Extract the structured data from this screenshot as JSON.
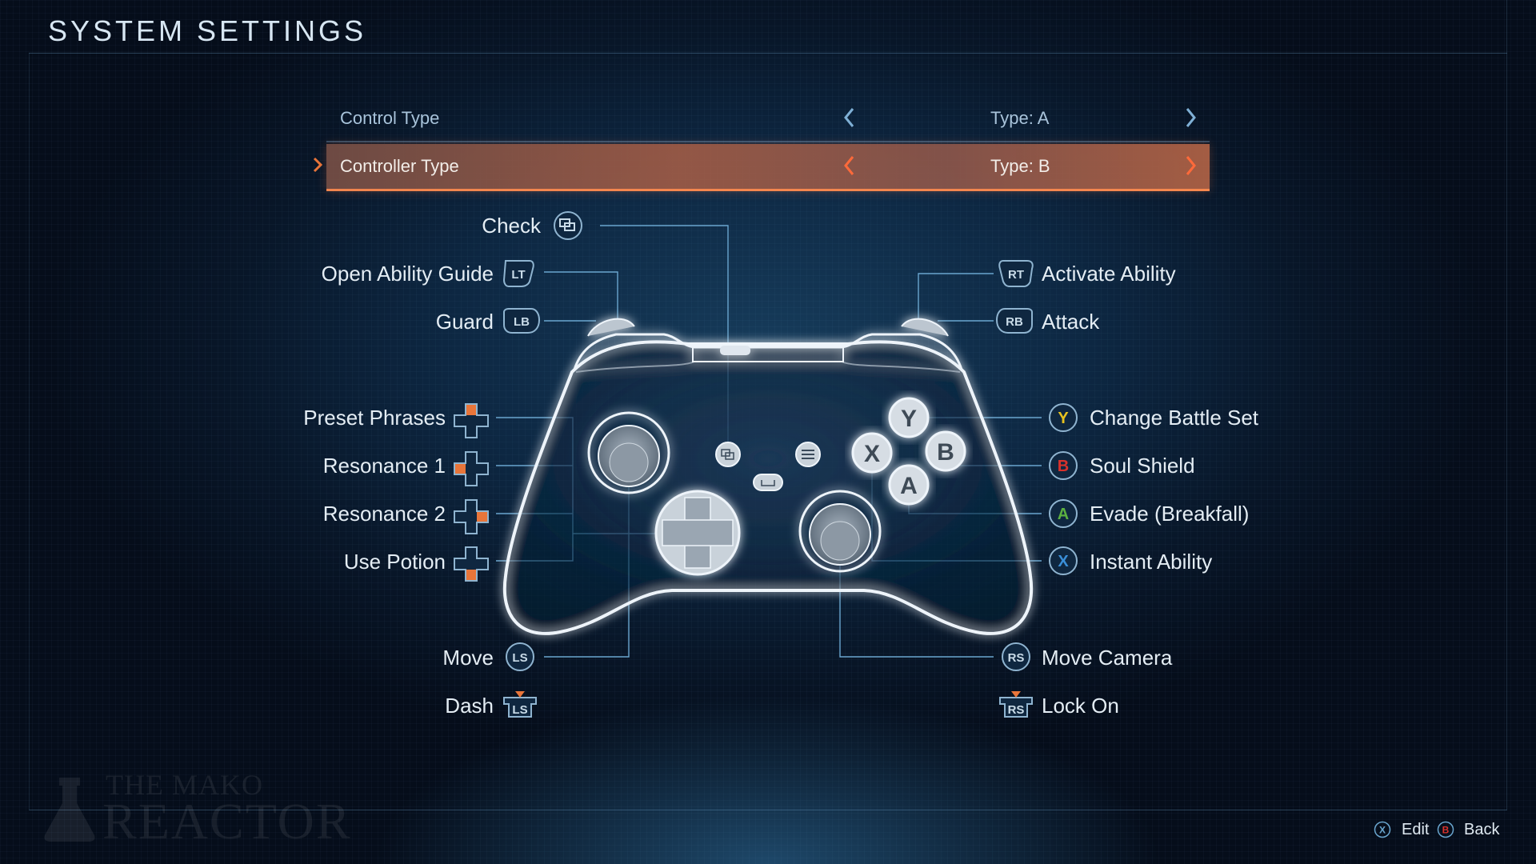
{
  "header": {
    "title": "SYSTEM SETTINGS"
  },
  "settings": {
    "control_type": {
      "label": "Control Type",
      "value": "Type: A"
    },
    "controller_type": {
      "label": "Controller Type",
      "value": "Type: B"
    }
  },
  "mappings_left": [
    {
      "action": "Check",
      "button": "view"
    },
    {
      "action": "Open Ability Guide",
      "button": "LT"
    },
    {
      "action": "Guard",
      "button": "LB"
    },
    {
      "action": "Preset Phrases",
      "button": "dpad-up"
    },
    {
      "action": "Resonance 1",
      "button": "dpad-left"
    },
    {
      "action": "Resonance 2",
      "button": "dpad-right"
    },
    {
      "action": "Use Potion",
      "button": "dpad-down"
    },
    {
      "action": "Move",
      "button": "LS"
    },
    {
      "action": "Dash",
      "button": "LS-click"
    }
  ],
  "mappings_right": [
    {
      "action": "Activate Ability",
      "button": "RT"
    },
    {
      "action": "Attack",
      "button": "RB"
    },
    {
      "action": "Change Battle Set",
      "button": "Y"
    },
    {
      "action": "Soul Shield",
      "button": "B"
    },
    {
      "action": "Evade (Breakfall)",
      "button": "A"
    },
    {
      "action": "Instant Ability",
      "button": "X"
    },
    {
      "action": "Move Camera",
      "button": "RS"
    },
    {
      "action": "Lock On",
      "button": "RS-click"
    }
  ],
  "button_glyphs": {
    "lt": "LT",
    "lb": "LB",
    "rt": "RT",
    "rb": "RB",
    "ls": "LS",
    "rs": "RS",
    "y": "Y",
    "b": "B",
    "a": "A",
    "x": "X"
  },
  "footer": {
    "edit": "Edit",
    "back": "Back",
    "edit_glyph": "X",
    "back_glyph": "B"
  },
  "watermark": {
    "line1": "THE MAKO",
    "line2": "REACTOR"
  },
  "colors": {
    "accent_orange": "#e8753a",
    "y_yellow": "#e7c21f",
    "b_red": "#d8322c",
    "a_green": "#5cb040",
    "x_blue": "#3a8fd8",
    "line_blue": "#6aa6cf"
  }
}
